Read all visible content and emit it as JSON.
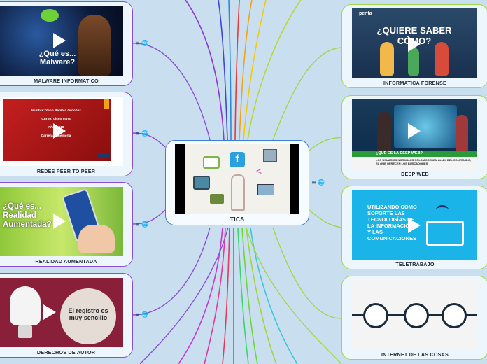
{
  "center": {
    "title": "TICS"
  },
  "left_nodes": [
    {
      "label": "MALWARE INFORMATICO",
      "overlay": "¿Qué es... Malware?"
    },
    {
      "label": "REDES PEER TO PEER",
      "overlay_lines": [
        "Nombre: Yann Benítez Ordoñez",
        "Curso: cisco ccna",
        "Año: 2018",
        "Carrera: Ingeniería"
      ]
    },
    {
      "label": "REALIDAD AUMENTADA",
      "overlay": "¿Qué es... Realidad Aumentada?"
    },
    {
      "label": "DERECHOS DE AUTOR",
      "overlay": "El registro es muy sencillo"
    }
  ],
  "right_nodes": [
    {
      "label": "INFORMATICA FORENSE",
      "overlay": "¿QUIERE SABER CÓMO?",
      "brand": "penta"
    },
    {
      "label": "DEEP WEB",
      "overlay_title": "¿QUÉ ES LA DEEP WEB?",
      "overlay_sub": "LOS USUARIOS NORMALES SÓLO ACCEDEN AL 4% DEL CONTENIDO, EL QUE OFRECEN LOS BUSCADORES"
    },
    {
      "label": "TELETRABAJO",
      "overlay": "UTILIZANDO COMO SOPORTE LAS TECNOLOGÍAS DE LA INFORMACIÓN Y LAS COMUNICACIONES"
    },
    {
      "label": "INTERNET DE LAS COSAS"
    }
  ],
  "toggle_glyph": "≡ 🌐",
  "colors": {
    "left_border": "#8a4fd6",
    "right_border": "#9ed84a",
    "center_border": "#3a7fd0",
    "background": "#c9dff0"
  }
}
